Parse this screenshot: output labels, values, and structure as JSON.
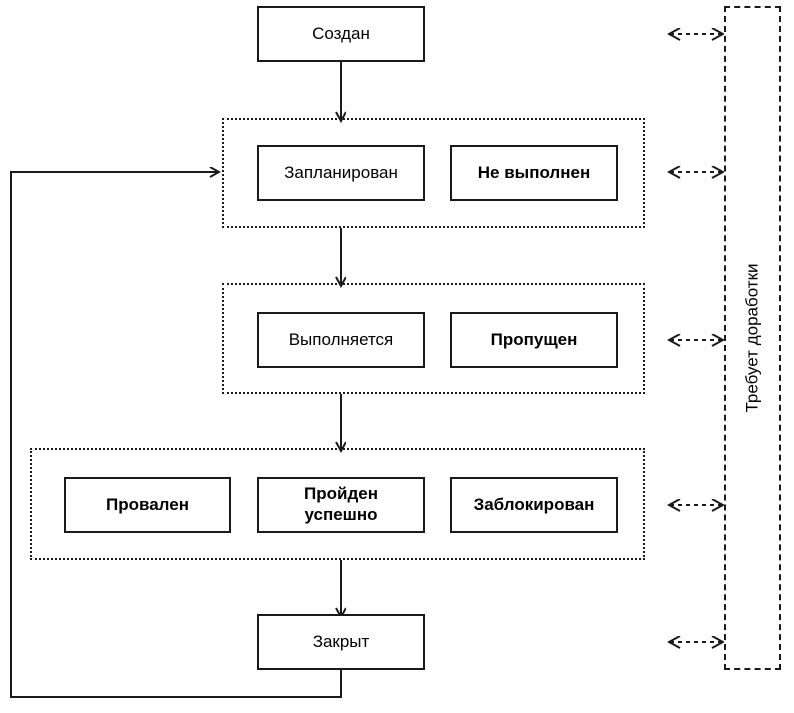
{
  "diagram": {
    "title_text_vertical": "Требует доработки",
    "nodes": {
      "created": "Создан",
      "planned": "Запланирован",
      "not_executed": "Не выполнен",
      "in_progress": "Выполняется",
      "skipped": "Пропущен",
      "failed": "Провален",
      "passed": "Пройден\nуспешно",
      "passed_line1": "Пройден",
      "passed_line2": "успешно",
      "blocked": "Заблокирован",
      "closed": "Закрыт"
    },
    "colors": {
      "stroke": "#1a1a1a",
      "background": "#ffffff",
      "text": "#000000"
    }
  }
}
